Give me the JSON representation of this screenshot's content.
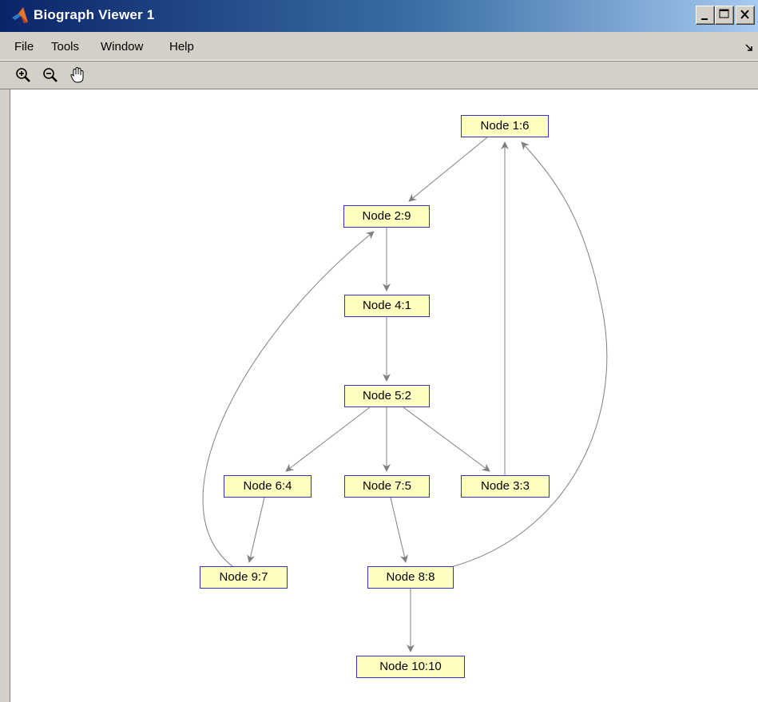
{
  "window": {
    "title": "Biograph Viewer 1"
  },
  "menu": {
    "items": [
      "File",
      "Tools",
      "Window",
      "Help"
    ]
  },
  "toolbar": {
    "tools": [
      "zoom-in-icon",
      "zoom-out-icon",
      "pan-hand-icon"
    ]
  },
  "colors": {
    "node_fill": "#ffffc0",
    "node_border": "#3333cc",
    "edge": "#808080",
    "canvas": "#ffffff"
  },
  "graph": {
    "nodes": [
      {
        "id": "n1",
        "label": "Node 1:6"
      },
      {
        "id": "n2",
        "label": "Node 2:9"
      },
      {
        "id": "n3",
        "label": "Node 3:3"
      },
      {
        "id": "n4",
        "label": "Node 4:1"
      },
      {
        "id": "n5",
        "label": "Node 5:2"
      },
      {
        "id": "n6",
        "label": "Node 6:4"
      },
      {
        "id": "n7",
        "label": "Node 7:5"
      },
      {
        "id": "n8",
        "label": "Node 8:8"
      },
      {
        "id": "n9",
        "label": "Node 9:7"
      },
      {
        "id": "n10",
        "label": "Node 10:10"
      }
    ],
    "edges": [
      {
        "from": "n1",
        "to": "n2"
      },
      {
        "from": "n2",
        "to": "n4"
      },
      {
        "from": "n4",
        "to": "n5"
      },
      {
        "from": "n5",
        "to": "n6"
      },
      {
        "from": "n5",
        "to": "n7"
      },
      {
        "from": "n5",
        "to": "n3"
      },
      {
        "from": "n3",
        "to": "n1"
      },
      {
        "from": "n6",
        "to": "n9"
      },
      {
        "from": "n9",
        "to": "n2"
      },
      {
        "from": "n7",
        "to": "n8"
      },
      {
        "from": "n8",
        "to": "n1"
      },
      {
        "from": "n8",
        "to": "n10"
      }
    ]
  }
}
